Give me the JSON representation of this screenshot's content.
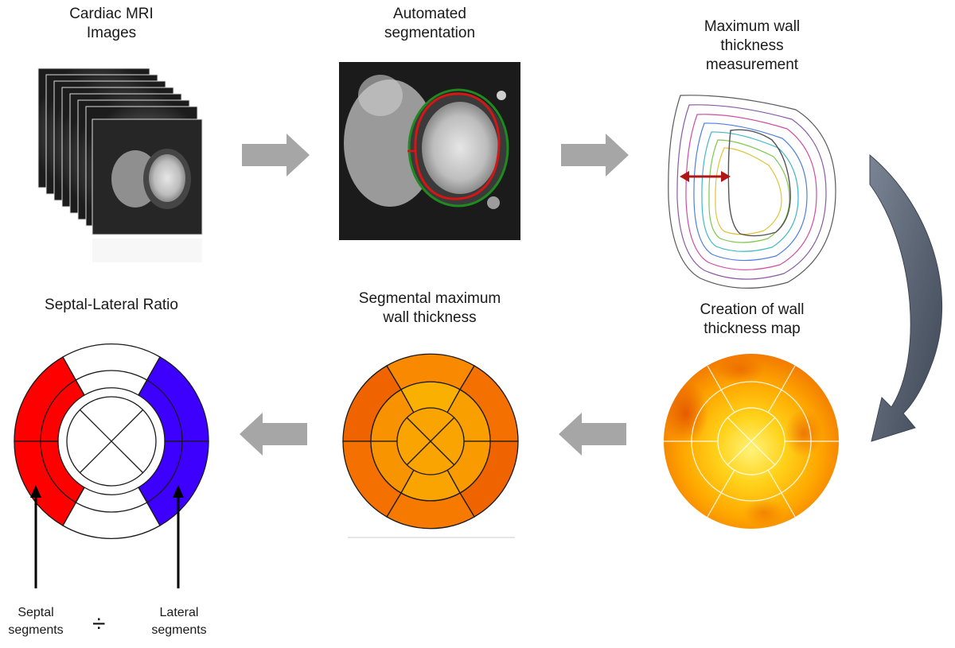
{
  "labels": {
    "mri_line1": "Cardiac MRI",
    "mri_line2": "Images",
    "seg_line1": "Automated",
    "seg_line2": "segmentation",
    "max_line1": "Maximum wall",
    "max_line2": "thickness",
    "max_line3": "measurement",
    "ratio": "Septal-Lateral Ratio",
    "segmax_line1": "Segmental maximum",
    "segmax_line2": "wall thickness",
    "map_line1": "Creation of wall",
    "map_line2": "thickness map",
    "septal_line1": "Septal",
    "septal_line2": "segments",
    "divide": "÷",
    "lateral_line1": "Lateral",
    "lateral_line2": "segments"
  },
  "colors": {
    "arrow_gray": "#a6a6a6",
    "curve_arrow": "#5b6472",
    "septal_red": "#ff0000",
    "lateral_blue": "#3d00ff",
    "orange_dark": "#f06400",
    "orange_mid": "#f77f00",
    "orange_light": "#f9a400",
    "epicardium_green": "#1b7a1b",
    "endocardium_red": "#d61515",
    "thickness_arrow": "#b01616"
  }
}
